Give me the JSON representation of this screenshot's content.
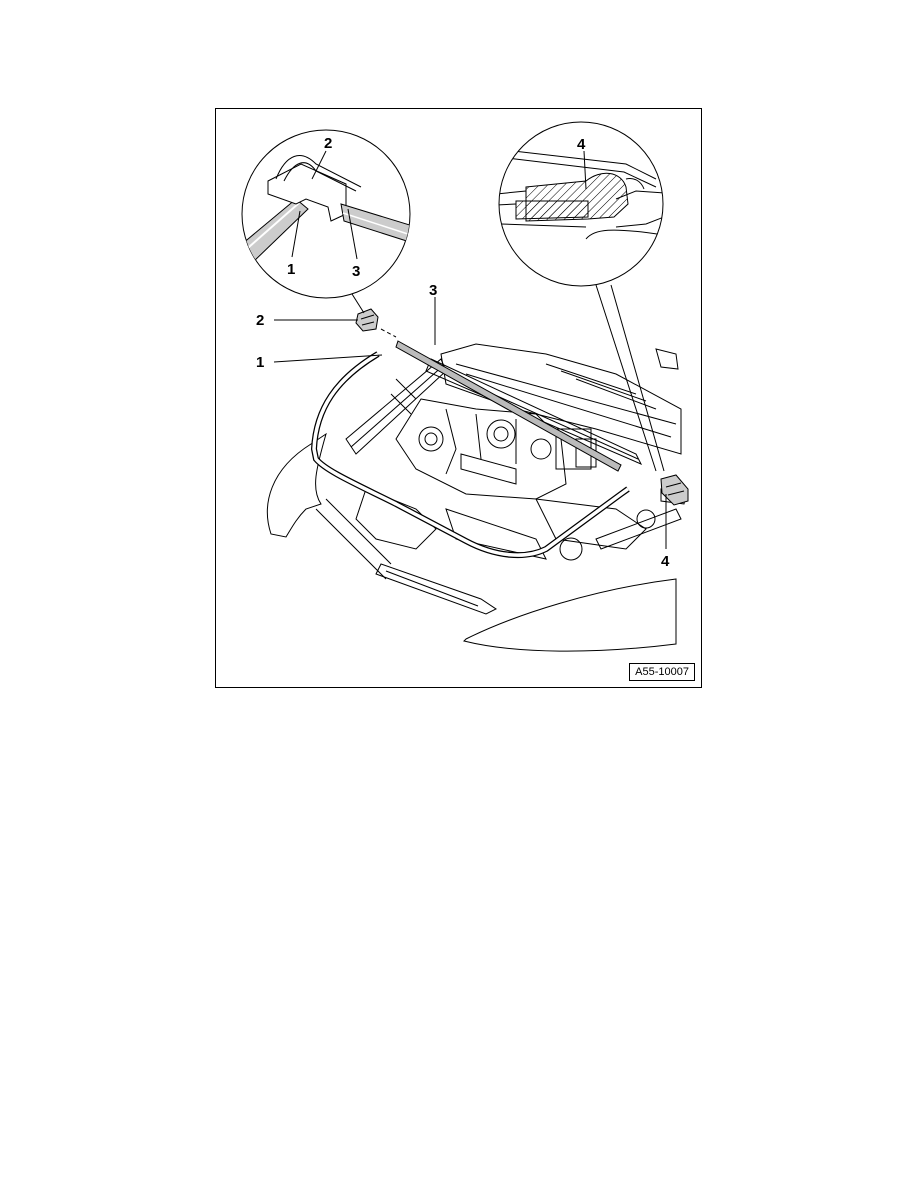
{
  "figure": {
    "id": "A55-10007",
    "callouts": {
      "detail_left_2": "2",
      "detail_left_1": "1",
      "detail_left_3": "3",
      "detail_right_4": "4",
      "main_2": "2",
      "main_1": "1",
      "main_3": "3",
      "main_4": "4"
    }
  }
}
